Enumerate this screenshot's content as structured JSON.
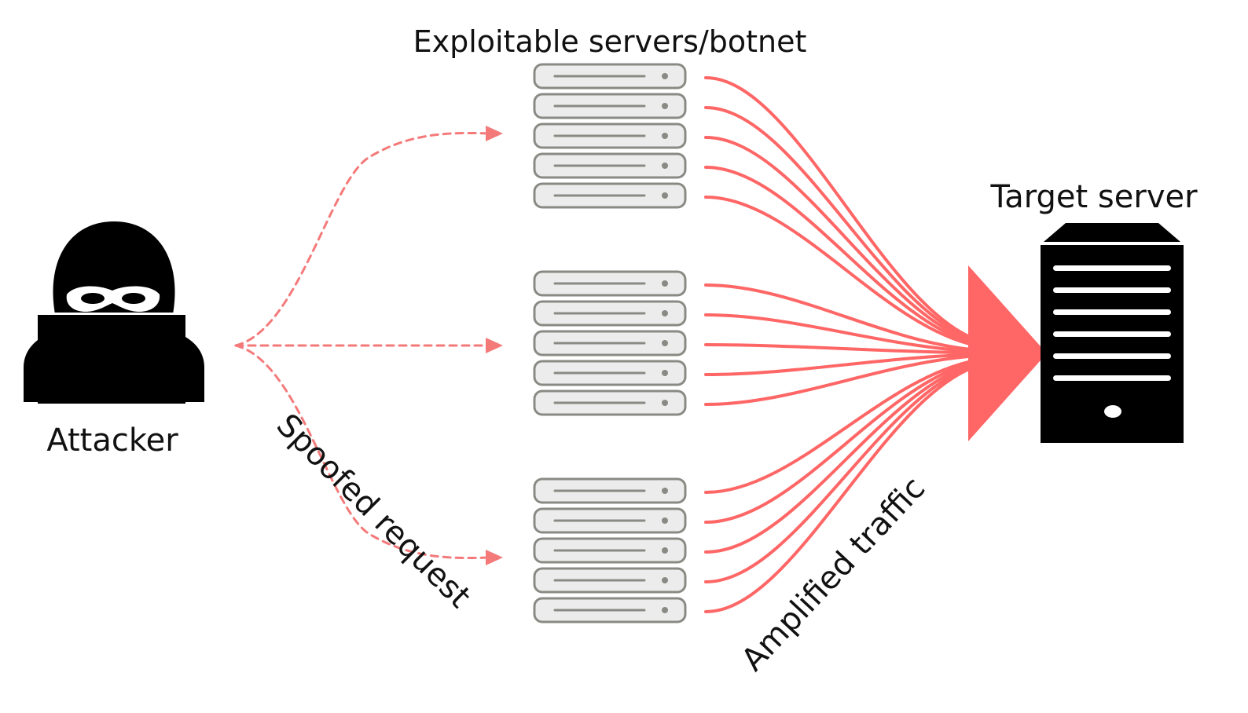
{
  "labels": {
    "botnet": "Exploitable servers/botnet",
    "target": "Target server",
    "attacker": "Attacker",
    "spoofed": "Spoofed request",
    "amplified": "Amplified traffic"
  },
  "icons": {
    "attacker": "hooded-hacker-laptop-icon",
    "server_unit": "rack-server-icon",
    "target": "tower-server-icon"
  },
  "colors": {
    "traffic": "#ff6666",
    "spoofed": "#f47a7a",
    "server_fill": "#ececec",
    "server_stroke": "#8a8a84",
    "dark": "#000000"
  },
  "racks": [
    {
      "name": "rack-top",
      "units": 5
    },
    {
      "name": "rack-middle",
      "units": 5
    },
    {
      "name": "rack-bottom",
      "units": 5
    }
  ]
}
